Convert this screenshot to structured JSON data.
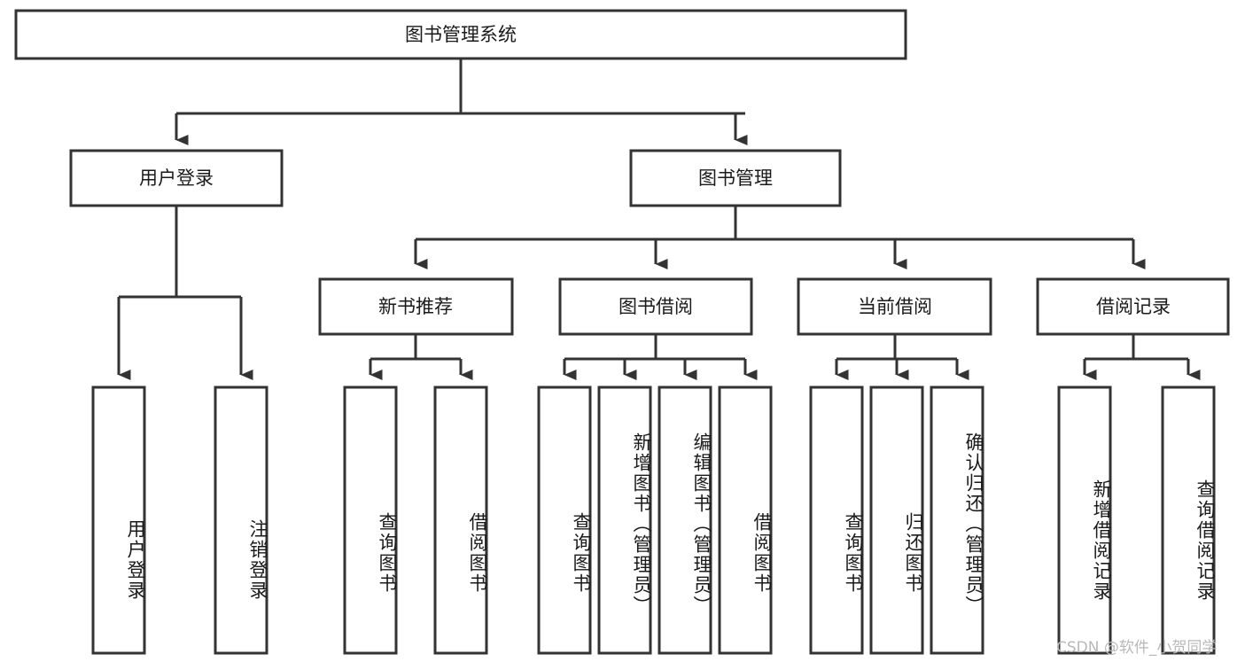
{
  "diagram": {
    "type": "tree-hierarchy-chart",
    "title": "图书管理系统",
    "colors": {
      "stroke": "#333333",
      "box_fill": "#ffffff",
      "text": "#1a1a1a",
      "watermark": "#b8b8b8",
      "background": "#ffffff"
    },
    "levels": {
      "root": {
        "label": "图书管理系统"
      },
      "level2": [
        {
          "id": "user-login",
          "label": "用户登录"
        },
        {
          "id": "book-management",
          "label": "图书管理"
        }
      ],
      "level3": [
        {
          "id": "new-book-recommend",
          "label": "新书推荐",
          "parent": "book-management"
        },
        {
          "id": "book-borrow",
          "label": "图书借阅",
          "parent": "book-management"
        },
        {
          "id": "current-borrow",
          "label": "当前借阅",
          "parent": "book-management"
        },
        {
          "id": "borrow-record",
          "label": "借阅记录",
          "parent": "book-management"
        }
      ],
      "leaves": {
        "user-login": [
          {
            "id": "leaf-user-login",
            "label": "用户登录"
          },
          {
            "id": "leaf-logout-login",
            "label": "注销登录"
          }
        ],
        "new-book-recommend": [
          {
            "id": "leaf-query-book-1",
            "label": "查询图书"
          },
          {
            "id": "leaf-borrow-book-1",
            "label": "借阅图书"
          }
        ],
        "book-borrow": [
          {
            "id": "leaf-query-book-2",
            "label": "查询图书"
          },
          {
            "id": "leaf-add-book-admin",
            "label": "新增图书（管理员）"
          },
          {
            "id": "leaf-edit-book-admin",
            "label": "编辑图书（管理员）"
          },
          {
            "id": "leaf-borrow-book-2",
            "label": "借阅图书"
          }
        ],
        "current-borrow": [
          {
            "id": "leaf-query-book-3",
            "label": "查询图书"
          },
          {
            "id": "leaf-return-book",
            "label": "归还图书"
          },
          {
            "id": "leaf-confirm-return-admin",
            "label": "确认归还（管理员）"
          }
        ],
        "borrow-record": [
          {
            "id": "leaf-add-borrow-record",
            "label": "新增借阅记录"
          },
          {
            "id": "leaf-query-borrow-record",
            "label": "查询借阅记录"
          }
        ]
      }
    },
    "watermark": "CSDN @软件_小贺同学"
  }
}
